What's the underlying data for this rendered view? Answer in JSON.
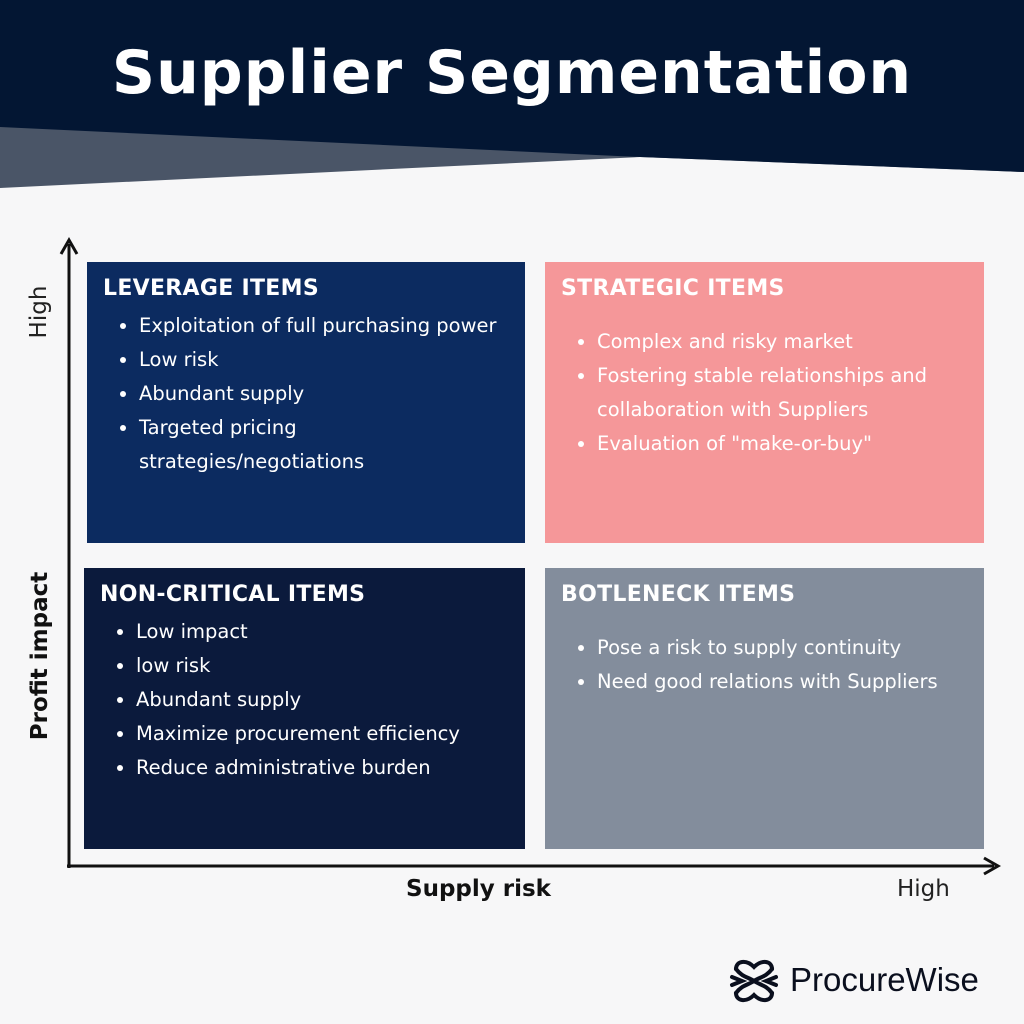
{
  "title": "Supplier Segmentation",
  "axes": {
    "y_label": "Profit impact",
    "y_high": "High",
    "x_label": "Supply risk",
    "x_high": "High"
  },
  "quadrants": {
    "leverage": {
      "title": "LEVERAGE ITEMS",
      "items": [
        "Exploitation of full purchasing power",
        "Low risk",
        "Abundant supply",
        "Targeted pricing strategies/negotiations"
      ]
    },
    "strategic": {
      "title": "STRATEGIC ITEMS",
      "items": [
        "Complex and risky market",
        "Fostering stable relationships and collaboration with Suppliers",
        "Evaluation of \"make-or-buy\""
      ]
    },
    "noncritical": {
      "title": "NON-CRITICAL ITEMS",
      "items": [
        "Low impact",
        "low risk",
        "Abundant supply",
        "Maximize procurement efficiency",
        "Reduce administrative burden"
      ]
    },
    "bottleneck": {
      "title": "BOTLENECK ITEMS",
      "items": [
        "Pose a risk to supply continuity",
        "Need good relations with Suppliers"
      ]
    }
  },
  "brand": {
    "name": "ProcureWise",
    "icon": "procurewise-logo-icon"
  },
  "colors": {
    "header": "#031633",
    "header_accent": "#4a5567",
    "leverage": "#0c2b60",
    "strategic": "#f59799",
    "noncritical": "#0b1a3c",
    "bottleneck": "#838d9c"
  }
}
